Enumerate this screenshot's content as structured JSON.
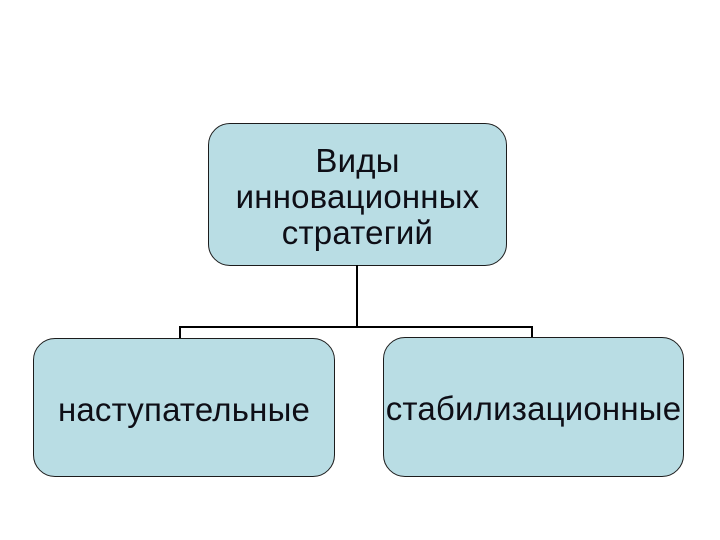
{
  "slide": {
    "background": "#ffffff",
    "colors": {
      "box_fill": "#b9dde4",
      "box_border": "#1c1c1c",
      "text": "#0e0e16",
      "connector": "#000000"
    },
    "diagram": {
      "root": {
        "label": "Виды инновационных стратегий",
        "lines": [
          "Виды",
          "инновационных",
          "стратегий"
        ]
      },
      "children": [
        {
          "label": "наступательные"
        },
        {
          "label": "стабилизационные"
        }
      ]
    }
  }
}
